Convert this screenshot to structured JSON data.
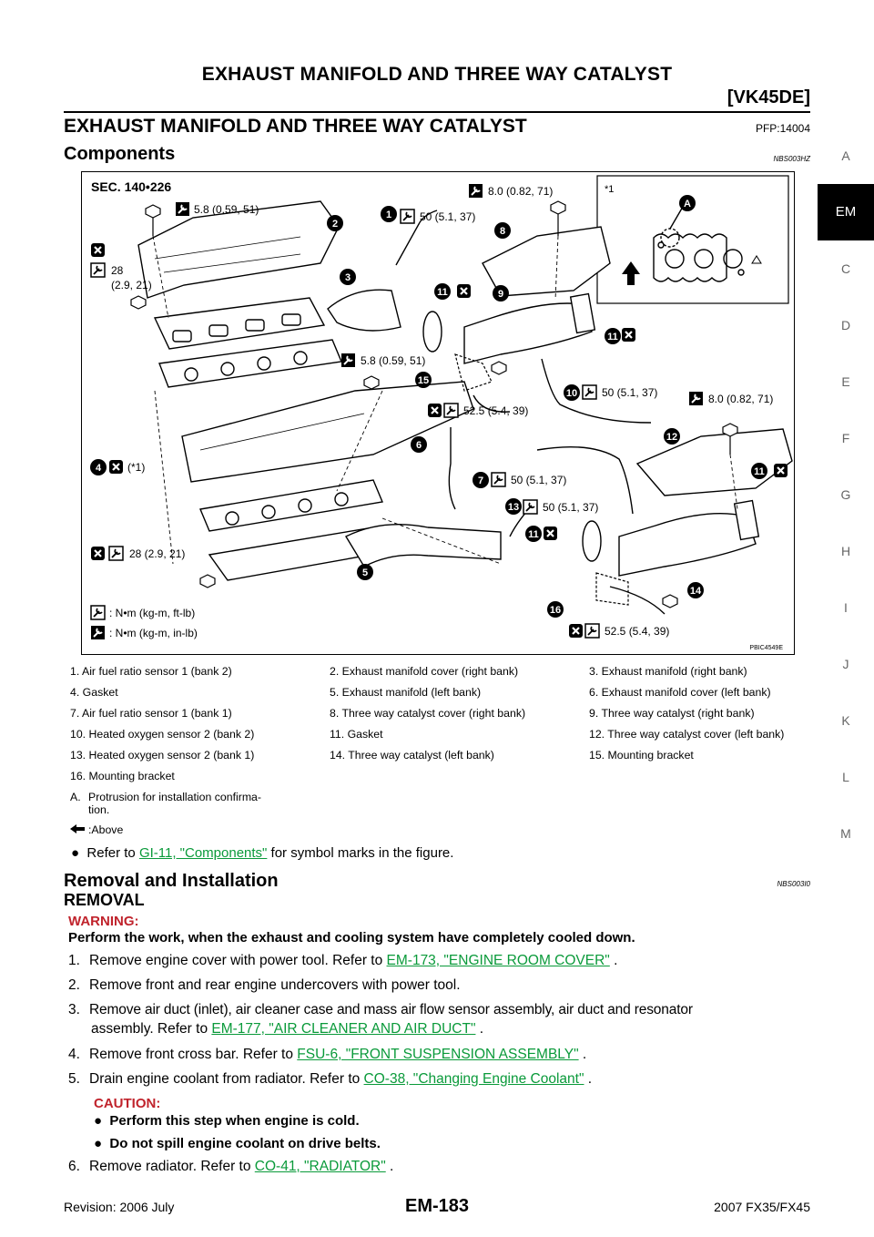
{
  "header": {
    "title": "EXHAUST MANIFOLD AND THREE WAY CATALYST",
    "subtitle": "[VK45DE]"
  },
  "side_index": [
    "A",
    "EM",
    "C",
    "D",
    "E",
    "F",
    "G",
    "H",
    "I",
    "J",
    "K",
    "L",
    "M"
  ],
  "side_index_active": "EM",
  "section": {
    "title": "EXHAUST MANIFOLD AND THREE WAY CATALYST",
    "pfp": "PFP:14004"
  },
  "components": {
    "title": "Components",
    "code": "NBS003HZ"
  },
  "figure": {
    "sec": "SEC. 140•226",
    "note_ref": "*1",
    "torques": {
      "t_cover_r": "5.8 (0.59, 51)",
      "t_cover_l": "5.8 (0.59, 51)",
      "t_8a": "8.0 (0.82, 71)",
      "t_8b": "8.0 (0.82, 71)",
      "t_28a_1": "28",
      "t_28a_2": "(2.9, 21)",
      "t_28b": "28 (2.9, 21)",
      "t_s1": "50 (5.1, 37)",
      "t_s10": "50 (5.1, 37)",
      "t_s7": "50 (5.1, 37)",
      "t_s13": "50 (5.1, 37)",
      "t_525a": "52.5 (5.4, 39)",
      "t_525b": "52.5 (5.4, 39)",
      "gasket_note": "(*1)"
    },
    "callouts": [
      "1",
      "2",
      "3",
      "4",
      "5",
      "6",
      "7",
      "8",
      "9",
      "10",
      "11",
      "12",
      "13",
      "14",
      "15",
      "16",
      "A",
      "11",
      "11",
      "11"
    ],
    "legend": {
      "nm": ": N•m (kg-m, ft-lb)",
      "nm_in": ": N•m (kg-m, in-lb)"
    },
    "code": "PBIC4549E"
  },
  "parts": [
    [
      "1. Air fuel ratio sensor 1 (bank 2)",
      "2. Exhaust manifold cover (right bank)",
      "3. Exhaust manifold  (right bank)"
    ],
    [
      "4. Gasket",
      "5. Exhaust manifold (left bank)",
      "6. Exhaust manifold cover (left bank)"
    ],
    [
      "7. Air fuel ratio sensor 1 (bank 1)",
      "8. Three way catalyst cover (right bank)",
      "9. Three way catalyst (right bank)"
    ],
    [
      "10. Heated oxygen sensor 2 (bank 2)",
      "11. Gasket",
      "12. Three way catalyst cover (left bank)"
    ],
    [
      "13. Heated oxygen sensor 2 (bank 1)",
      "14. Three way catalyst (left bank)",
      "15. Mounting bracket"
    ],
    [
      "16. Mounting bracket",
      "",
      ""
    ]
  ],
  "note_a": {
    "label": "A.",
    "text1": "Protrusion for installation confirma-",
    "text2": "tion."
  },
  "note_arrow": ":Above",
  "bullet_refer": {
    "pre": "Refer to ",
    "link": "GI-11, \"Components\"",
    "post": "  for symbol marks in the figure."
  },
  "removal": {
    "title": "Removal and Installation",
    "code": "NBS003I0",
    "subtitle": "REMOVAL",
    "warning_label": "WARNING:",
    "warning_text": "Perform the work, when the exhaust and cooling system have completely cooled down.",
    "steps": [
      {
        "num": "1.",
        "pre": "Remove engine cover with power tool. Refer to ",
        "link": "EM-173, \"ENGINE ROOM COVER\"",
        "post": " ."
      },
      {
        "num": "2.",
        "pre": "Remove front and rear engine undercovers with power tool.",
        "link": "",
        "post": ""
      },
      {
        "num": "3.",
        "pre": "Remove air duct (inlet), air cleaner case and mass air flow sensor assembly, air duct and resonator",
        "pre2": "assembly. Refer to ",
        "link": "EM-177, \"AIR CLEANER AND AIR DUCT\"",
        "post": " ."
      },
      {
        "num": "4.",
        "pre": "Remove front cross bar. Refer to ",
        "link": "FSU-6, \"FRONT SUSPENSION ASSEMBLY\"",
        "post": " ."
      },
      {
        "num": "5.",
        "pre": "Drain engine coolant from radiator. Refer to ",
        "link": "CO-38, \"Changing Engine Coolant\"",
        "post": " ."
      },
      {
        "num": "6.",
        "pre": "Remove radiator. Refer to ",
        "link": "CO-41, \"RADIATOR\"",
        "post": " ."
      }
    ],
    "caution_label": "CAUTION:",
    "cautions": [
      "Perform this step when engine is cold.",
      "Do not spill engine coolant on drive belts."
    ]
  },
  "footer": {
    "revision": "Revision: 2006 July",
    "page": "EM-183",
    "model": "2007 FX35/FX45"
  }
}
